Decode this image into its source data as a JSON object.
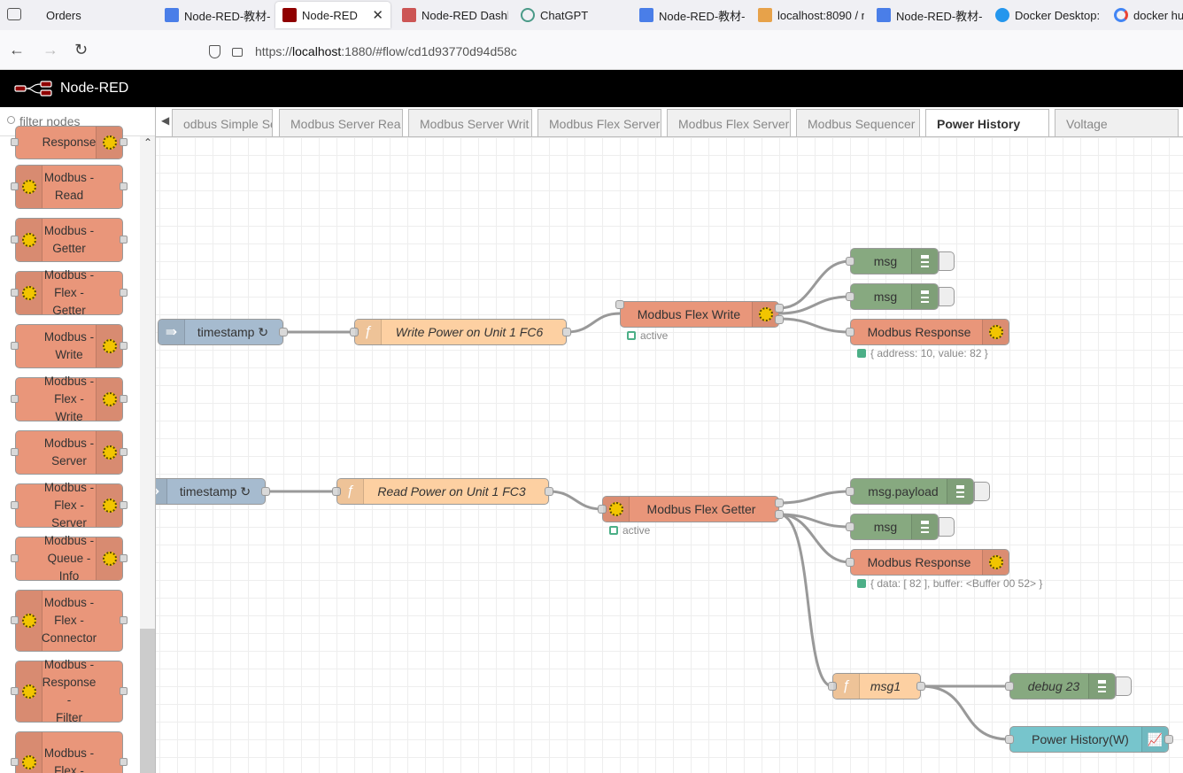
{
  "browser": {
    "tabs": [
      {
        "label": "Orders"
      },
      {
        "label": "Node-RED-教材-"
      },
      {
        "label": "Node-RED"
      },
      {
        "label": "Node-RED Dashb"
      },
      {
        "label": "ChatGPT"
      },
      {
        "label": "Node-RED-教材-"
      },
      {
        "label": "localhost:8090 / n"
      },
      {
        "label": "Node-RED-教材-"
      },
      {
        "label": "Docker Desktop:"
      },
      {
        "label": "docker hul"
      }
    ],
    "url_prefix": "https://",
    "url_host": "localhost",
    "url_rest": ":1880/#flow/cd1d93770d94d58c"
  },
  "header": {
    "title": "Node-RED"
  },
  "palette": {
    "filter_placeholder": "filter nodes",
    "nodes": [
      {
        "label": "Response"
      },
      {
        "label": "Modbus -\nRead"
      },
      {
        "label": "Modbus -\nGetter"
      },
      {
        "label": "Modbus -\nFlex - Getter"
      },
      {
        "label": "Modbus -\nWrite"
      },
      {
        "label": "Modbus -\nFlex - Write"
      },
      {
        "label": "Modbus -\nServer"
      },
      {
        "label": "Modbus -\nFlex - Server"
      },
      {
        "label": "Modbus -\nQueue - Info"
      },
      {
        "label": "Modbus -\nFlex -\nConnector"
      },
      {
        "label": "Modbus -\nResponse -\nFilter"
      },
      {
        "label": "Modbus -\nFlex -"
      }
    ]
  },
  "workspace_tabs": [
    {
      "label": "odbus Simple Ser"
    },
    {
      "label": "Modbus Server Rea"
    },
    {
      "label": "Modbus Server Writ"
    },
    {
      "label": "Modbus Flex Server"
    },
    {
      "label": "Modbus Flex Server"
    },
    {
      "label": "Modbus Sequencer"
    },
    {
      "label": "Power History"
    },
    {
      "label": "Voltage"
    }
  ],
  "flow": {
    "inject1": "timestamp ↻",
    "func_write": "Write Power on Unit 1 FC6",
    "flex_write": "Modbus Flex Write",
    "flex_write_status": "active",
    "debug_msg_a": "msg",
    "debug_msg_b": "msg",
    "response1": "Modbus Response",
    "response1_status": "{ address: 10, value: 82 }",
    "inject2": "timestamp ↻",
    "func_read": "Read Power on Unit 1 FC3",
    "flex_getter": "Modbus Flex Getter",
    "flex_getter_status": "active",
    "debug_payload": "msg.payload",
    "debug_msg_c": "msg",
    "response2": "Modbus Response",
    "response2_status": "{ data: [ 82 ], buffer: <Buffer 00 52> }",
    "func_msg1": "msg1",
    "debug23": "debug 23",
    "chart_node": "Power History(W)"
  },
  "colors": {
    "modbus": "#e9967a",
    "function": "#fdd0a2",
    "inject": "#a6bbcf",
    "debug": "#87a980",
    "chart": "#77c5cc",
    "status_green": "#4caf87"
  }
}
